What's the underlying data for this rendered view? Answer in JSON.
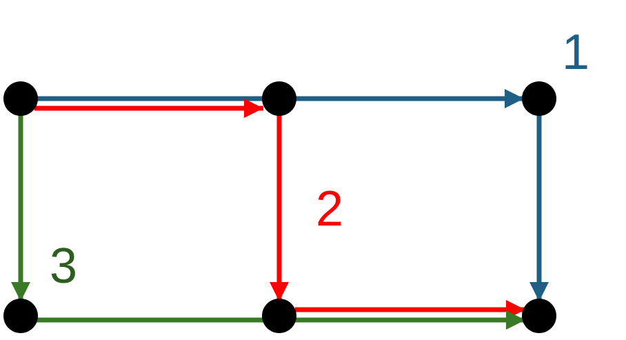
{
  "colors": {
    "background": "#ffffff",
    "node": "#000000",
    "path_1": "#1f5f85",
    "path_2": "#ff0000",
    "path_3": "#3a7a27",
    "label_3": "#2d5e1f"
  },
  "labels": {
    "path_1": "1",
    "path_2": "2",
    "path_3": "3"
  },
  "nodes": [
    {
      "id": "top-left"
    },
    {
      "id": "top-middle"
    },
    {
      "id": "top-right"
    },
    {
      "id": "bottom-left"
    },
    {
      "id": "bottom-middle"
    },
    {
      "id": "bottom-right"
    }
  ],
  "paths": [
    {
      "label": "1",
      "sequence": [
        "top-left",
        "top-right",
        "bottom-right"
      ]
    },
    {
      "label": "2",
      "sequence": [
        "top-left",
        "top-middle",
        "bottom-middle",
        "bottom-right"
      ]
    },
    {
      "label": "3",
      "sequence": [
        "top-left",
        "bottom-left",
        "bottom-right"
      ]
    }
  ]
}
